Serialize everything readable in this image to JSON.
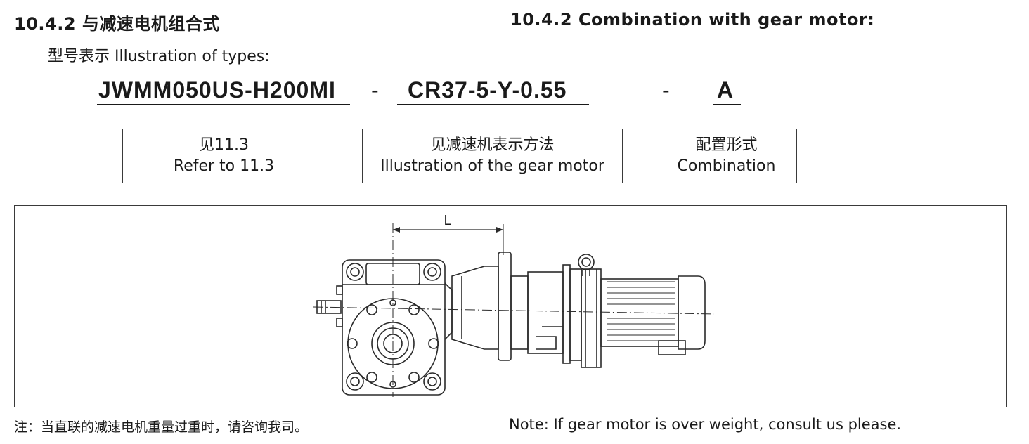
{
  "heading": {
    "cn": "10.4.2 与减速电机组合式",
    "en": "10.4.2 Combination with gear motor:"
  },
  "types_label": "型号表示 Illustration of types:",
  "model_code": {
    "part1": "JWMM050US-H200MI",
    "sep1": "-",
    "part2": "CR37-5-Y-0.55",
    "sep2": "-",
    "part3": "A"
  },
  "boxes": [
    {
      "line1": "见11.3",
      "line2": "Refer to 11.3"
    },
    {
      "line1": "见减速机表示方法",
      "line2": "Illustration of the gear motor"
    },
    {
      "line1": "配置形式",
      "line2": "Combination"
    }
  ],
  "drawing": {
    "dimension_label": "L"
  },
  "note": {
    "cn": "注：当直联的减速电机重量过重时，请咨询我司。",
    "en": "Note: If  gear motor is over weight, consult us please."
  }
}
